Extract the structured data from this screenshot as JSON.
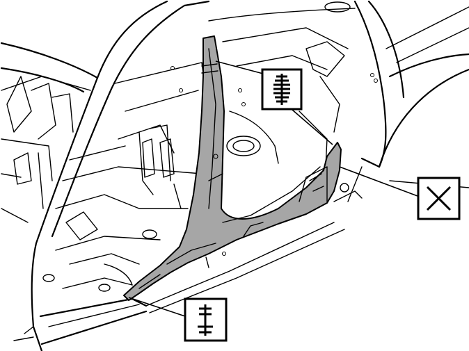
{
  "figure": {
    "highlight_color": "#a6a6a6",
    "line_color": "#000000",
    "background": "#ffffff"
  },
  "callouts": [
    {
      "id": "weld-symbol-upper",
      "icon": "spot-weld-symbol-icon"
    },
    {
      "id": "remove-symbol-right",
      "icon": "remove-x-icon"
    },
    {
      "id": "weld-symbol-lower",
      "icon": "spot-weld-symbol-icon"
    }
  ]
}
